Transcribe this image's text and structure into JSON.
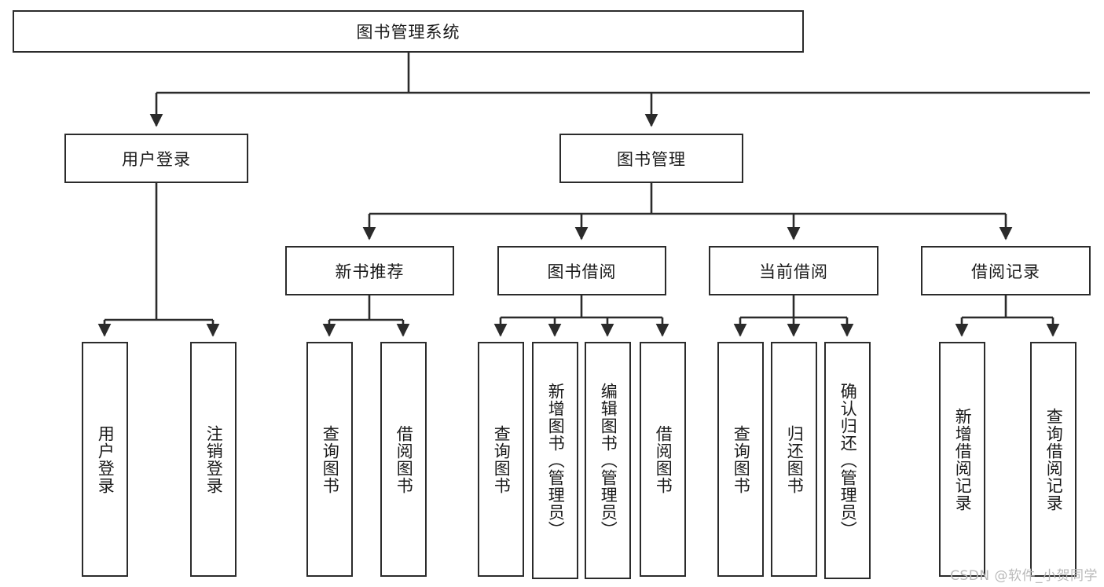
{
  "diagram": {
    "type": "tree-hierarchy",
    "title": "图书管理系统",
    "watermark": "CSDN @软件_小贺同学",
    "colors": {
      "box_border": "#2b2b2b",
      "box_fill": "#ffffff",
      "connector": "#2b2b2b",
      "text": "#1a1a1a",
      "watermark": "#b9b9b9"
    },
    "nodes": {
      "root": {
        "label": "图书管理系统"
      },
      "level2": [
        {
          "label": "用户登录"
        },
        {
          "label": "图书管理"
        }
      ],
      "level3": [
        {
          "label": "新书推荐"
        },
        {
          "label": "图书借阅"
        },
        {
          "label": "当前借阅"
        },
        {
          "label": "借阅记录"
        }
      ],
      "leaves": {
        "user_login": [
          {
            "label": "用户登录"
          },
          {
            "label": "注销登录"
          }
        ],
        "new_book": [
          {
            "label": "查询图书"
          },
          {
            "label": "借阅图书"
          }
        ],
        "book_borrow": [
          {
            "label": "查询图书"
          },
          {
            "label": "新增图书（管理员）"
          },
          {
            "label": "编辑图书（管理员）"
          },
          {
            "label": "借阅图书"
          }
        ],
        "current_borrow": [
          {
            "label": "查询图书"
          },
          {
            "label": "归还图书"
          },
          {
            "label": "确认归还（管理员）"
          }
        ],
        "borrow_record": [
          {
            "label": "新增借阅记录"
          },
          {
            "label": "查询借阅记录"
          }
        ]
      }
    }
  }
}
